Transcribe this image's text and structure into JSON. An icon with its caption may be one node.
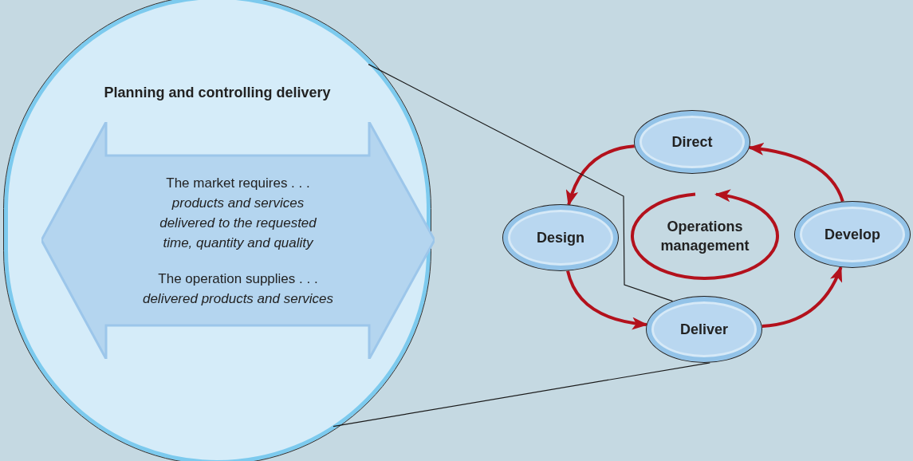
{
  "diagram": {
    "nodes": [
      {
        "text": [
          "Planning and controlling delivery"
        ]
      },
      {
        "text": [
          "The market requires . . .",
          "products and services delivered to the requested time, quantity and quality",
          "The operation supplies . . .",
          "delivered products and services"
        ],
        "in": 0
      },
      {
        "text": [
          "Direct"
        ]
      },
      {
        "text": [
          "Design"
        ]
      },
      {
        "text": [
          "Operations management"
        ]
      },
      {
        "text": [
          "Develop"
        ]
      },
      {
        "text": [
          "Deliver"
        ]
      }
    ],
    "edges": [
      {
        "from": 2,
        "to": 3,
        "arrow": "to"
      },
      {
        "from": 3,
        "to": 6,
        "arrow": "to"
      },
      {
        "from": 6,
        "to": 5,
        "arrow": "to"
      },
      {
        "from": 5,
        "to": 2,
        "arrow": "to"
      },
      {
        "from": 0,
        "to": 6,
        "arrow": "none",
        "color": "#1a1a1a"
      },
      {
        "from": 0,
        "to": 6,
        "arrow": "none",
        "color": "#1a1a1a"
      },
      {
        "from": 4,
        "to": 4,
        "arrow": "to"
      }
    ]
  }
}
